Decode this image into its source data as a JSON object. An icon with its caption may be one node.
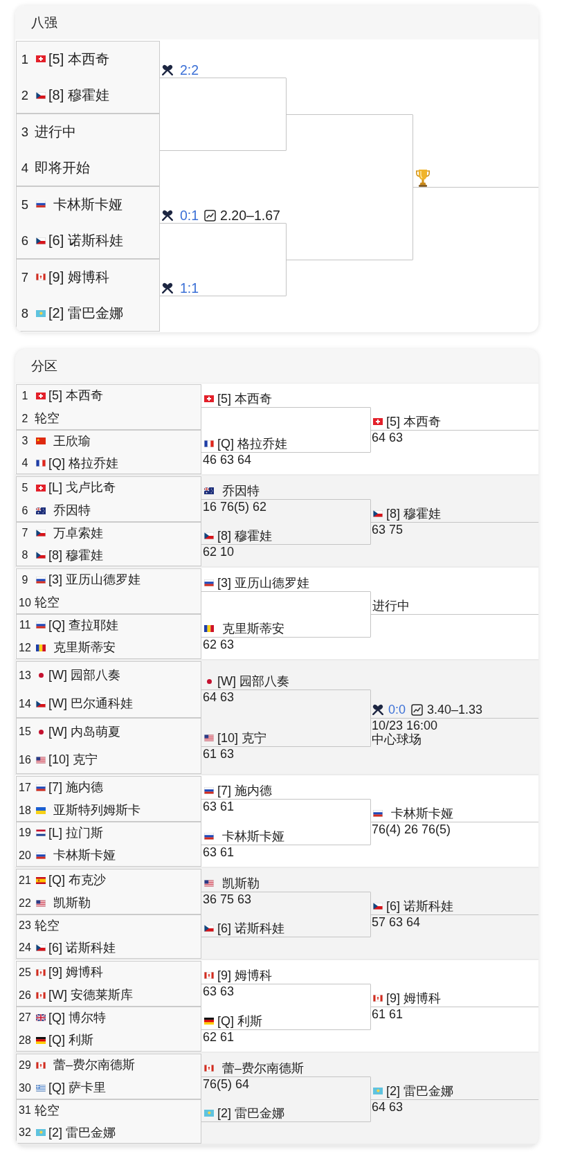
{
  "diagram": {
    "nodes": [
      {
        "text": [
          "八强"
        ]
      },
      {
        "text": [
          "1",
          "[5] 本西奇",
          "2",
          "[8] 穆霍娃"
        ],
        "in": 0
      },
      {
        "text": [
          "3",
          "进行中",
          "4",
          "即将开始"
        ],
        "in": 0
      },
      {
        "text": [
          "5",
          "卡林斯卡娅",
          "6",
          "[6] 诺斯科娃"
        ],
        "in": 0
      },
      {
        "text": [
          "7",
          "[9] 姆博科",
          "8",
          "[2] 雷巴金娜"
        ],
        "in": 0
      },
      {
        "text": [
          "2:2"
        ],
        "in": 0
      },
      {
        "text": [],
        "shape": "line",
        "in": 0
      },
      {
        "text": [
          "0:1",
          "2.20–1.67"
        ],
        "in": 0
      },
      {
        "text": [
          "1:1"
        ],
        "in": 0
      },
      {
        "text": [],
        "shape": "line",
        "in": 0
      },
      {
        "text": [],
        "shape": "line",
        "in": 0
      },
      {
        "text": [],
        "shape": "line",
        "in": 0
      },
      {
        "text": [
          "分区"
        ]
      },
      {
        "text": [],
        "shape": "band",
        "in": 12
      },
      {
        "text": [
          "1",
          "[5] 本西奇",
          "2",
          "轮空"
        ],
        "in": 13
      },
      {
        "text": [
          "3",
          "王欣瑜",
          "4",
          "[Q] 格拉乔娃"
        ],
        "in": 13
      },
      {
        "text": [
          "[5] 本西奇"
        ],
        "in": 13
      },
      {
        "text": [
          "[Q] 格拉乔娃",
          "46 63 64"
        ],
        "in": 13
      },
      {
        "text": [
          "[5] 本西奇",
          "64 63"
        ],
        "in": 13
      },
      {
        "text": [],
        "shape": "band",
        "in": 12
      },
      {
        "text": [
          "5",
          "[L] 戈卢比奇",
          "6",
          "乔因特"
        ],
        "in": 19
      },
      {
        "text": [
          "7",
          "万卓索娃",
          "8",
          "[8] 穆霍娃"
        ],
        "in": 19
      },
      {
        "text": [
          "乔因特",
          "16 76(5) 62"
        ],
        "in": 19
      },
      {
        "text": [
          "[8] 穆霍娃",
          "62 10"
        ],
        "in": 19
      },
      {
        "text": [
          "[8] 穆霍娃",
          "63 75"
        ],
        "in": 19
      },
      {
        "text": [],
        "shape": "band",
        "in": 12
      },
      {
        "text": [
          "9",
          "[3] 亚历山德罗娃",
          "10",
          "轮空"
        ],
        "in": 25
      },
      {
        "text": [
          "11",
          "[Q] 查拉耶娃",
          "12",
          "克里斯蒂安"
        ],
        "in": 25
      },
      {
        "text": [
          "[3] 亚历山德罗娃"
        ],
        "in": 25
      },
      {
        "text": [
          "克里斯蒂安",
          "62 63"
        ],
        "in": 25
      },
      {
        "text": [
          "进行中"
        ],
        "in": 25
      },
      {
        "text": [],
        "shape": "band",
        "in": 12
      },
      {
        "text": [
          "13",
          "[W] 园部八奏",
          "14",
          "[W] 巴尔通科娃"
        ],
        "in": 31
      },
      {
        "text": [
          "15",
          "[W] 内岛萌夏",
          "16",
          "[10] 克宁"
        ],
        "in": 31
      },
      {
        "text": [
          "[W] 园部八奏",
          "64 63"
        ],
        "in": 31
      },
      {
        "text": [
          "[10] 克宁",
          "61 63"
        ],
        "in": 31
      },
      {
        "text": [
          "0:0",
          "3.40–1.33",
          "10/23 16:00",
          "中心球场"
        ],
        "in": 31
      },
      {
        "text": [],
        "shape": "band",
        "in": 12
      },
      {
        "text": [
          "17",
          "[7] 施内德",
          "18",
          "亚斯特列姆斯卡"
        ],
        "in": 37
      },
      {
        "text": [
          "19",
          "[L] 拉门斯",
          "20",
          "卡林斯卡娅"
        ],
        "in": 37
      },
      {
        "text": [
          "[7] 施内德",
          "63 61"
        ],
        "in": 37
      },
      {
        "text": [
          "卡林斯卡娅",
          "63 61"
        ],
        "in": 37
      },
      {
        "text": [
          "卡林斯卡娅",
          "76(4) 26 76(5)"
        ],
        "in": 37
      },
      {
        "text": [],
        "shape": "band",
        "in": 12
      },
      {
        "text": [
          "21",
          "[Q] 布克沙",
          "22",
          "凯斯勒"
        ],
        "in": 43
      },
      {
        "text": [
          "23",
          "轮空",
          "24",
          "[6] 诺斯科娃"
        ],
        "in": 43
      },
      {
        "text": [
          "凯斯勒",
          "36 75 63"
        ],
        "in": 43
      },
      {
        "text": [
          "[6] 诺斯科娃"
        ],
        "in": 43
      },
      {
        "text": [
          "[6] 诺斯科娃",
          "57 63 64"
        ],
        "in": 43
      },
      {
        "text": [],
        "shape": "band",
        "in": 12
      },
      {
        "text": [
          "25",
          "[9] 姆博科",
          "26",
          "[W] 安德莱斯库"
        ],
        "in": 49
      },
      {
        "text": [
          "27",
          "[Q] 博尔特",
          "28",
          "[Q] 利斯"
        ],
        "in": 49
      },
      {
        "text": [
          "[9] 姆博科",
          "63 63"
        ],
        "in": 49
      },
      {
        "text": [
          "[Q] 利斯",
          "62 61"
        ],
        "in": 49
      },
      {
        "text": [
          "[9] 姆博科",
          "61 61"
        ],
        "in": 49
      },
      {
        "text": [],
        "shape": "band",
        "in": 12
      },
      {
        "text": [
          "29",
          "蕾–费尔南德斯",
          "30",
          "[Q] 萨卡里"
        ],
        "in": 55
      },
      {
        "text": [
          "31",
          "轮空",
          "32",
          "[2] 雷巴金娜"
        ],
        "in": 55
      },
      {
        "text": [
          "蕾–费尔南德斯",
          "76(5) 64"
        ],
        "in": 55
      },
      {
        "text": [
          "[2] 雷巴金娜"
        ],
        "in": 55
      },
      {
        "text": [
          "[2] 雷巴金娜",
          "64 63"
        ],
        "in": 55
      }
    ],
    "edges": [
      {
        "from": 5,
        "to": 9,
        "arrow": "none"
      },
      {
        "from": 6,
        "to": 9,
        "arrow": "none"
      },
      {
        "from": 7,
        "to": 10,
        "arrow": "none"
      },
      {
        "from": 8,
        "to": 10,
        "arrow": "none"
      },
      {
        "from": 9,
        "to": 11,
        "arrow": "none"
      },
      {
        "from": 10,
        "to": 11,
        "arrow": "none"
      },
      {
        "from": 16,
        "to": 18,
        "arrow": "none"
      },
      {
        "from": 17,
        "to": 18,
        "arrow": "none"
      },
      {
        "from": 22,
        "to": 24,
        "arrow": "none"
      },
      {
        "from": 23,
        "to": 24,
        "arrow": "none"
      },
      {
        "from": 28,
        "to": 30,
        "arrow": "none"
      },
      {
        "from": 29,
        "to": 30,
        "arrow": "none"
      },
      {
        "from": 34,
        "to": 36,
        "arrow": "none"
      },
      {
        "from": 35,
        "to": 36,
        "arrow": "none"
      },
      {
        "from": 40,
        "to": 42,
        "arrow": "none"
      },
      {
        "from": 41,
        "to": 42,
        "arrow": "none"
      },
      {
        "from": 46,
        "to": 48,
        "arrow": "none"
      },
      {
        "from": 47,
        "to": 48,
        "arrow": "none"
      },
      {
        "from": 52,
        "to": 54,
        "arrow": "none"
      },
      {
        "from": 53,
        "to": 54,
        "arrow": "none"
      },
      {
        "from": 58,
        "to": 60,
        "arrow": "none"
      },
      {
        "from": 59,
        "to": 60,
        "arrow": "none"
      }
    ]
  }
}
